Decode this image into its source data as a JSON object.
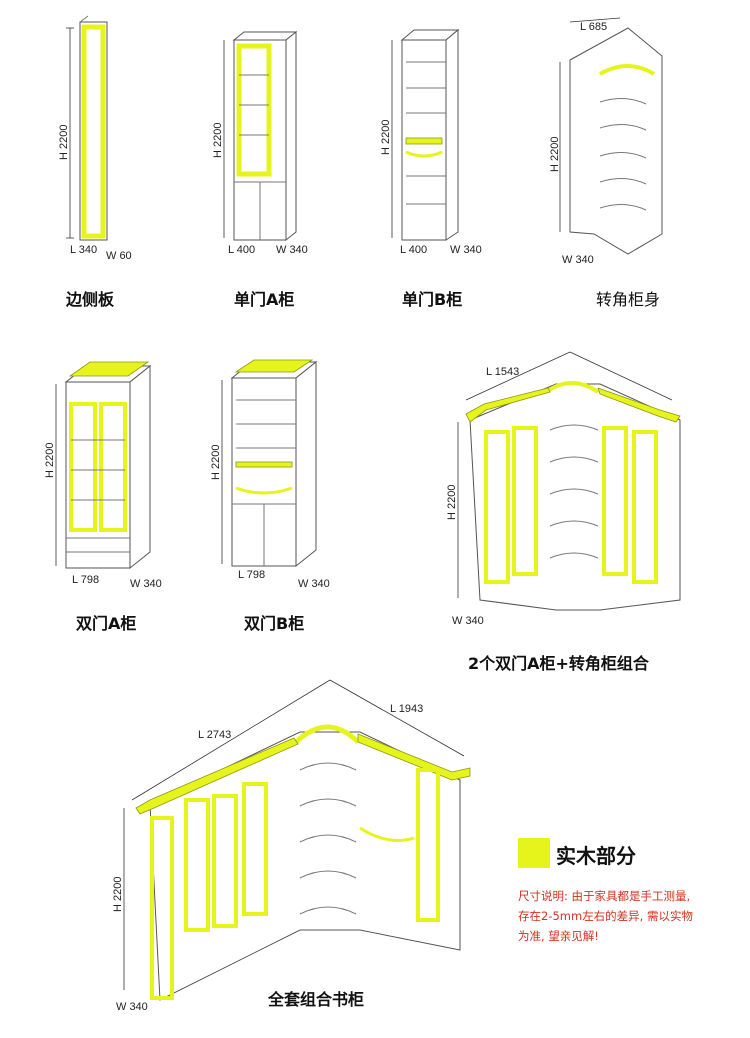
{
  "colors": {
    "solid_wood": "#e6f41c",
    "note_text": "#d2301e",
    "line": "#555555"
  },
  "items": [
    {
      "caption": "边侧板",
      "dims": {
        "h": "H 2200",
        "l": "L 340",
        "w": "W 60"
      }
    },
    {
      "caption": "单门A柜",
      "dims": {
        "h": "H 2200",
        "l": "L 400",
        "w": "W 340"
      }
    },
    {
      "caption": "单门B柜",
      "dims": {
        "h": "H 2200",
        "l": "L 400",
        "w": "W 340"
      }
    },
    {
      "caption": "转角柜身",
      "dims": {
        "h": "H 2200",
        "l": "L 685",
        "w": "W 340"
      }
    },
    {
      "caption": "双门A柜",
      "dims": {
        "h": "H 2200",
        "l": "L 798",
        "w": "W 340"
      }
    },
    {
      "caption": "双门B柜",
      "dims": {
        "h": "H 2200",
        "l": "L 798",
        "w": "W 340"
      }
    },
    {
      "caption": "2个双门A柜+转角柜组合",
      "dims": {
        "h": "H 2200",
        "l": "L 1543",
        "w": "W 340"
      }
    },
    {
      "caption": "全套组合书柜",
      "dims": {
        "h": "H 2200",
        "l1": "L 2743",
        "l2": "L 1943",
        "w": "W 340"
      }
    }
  ],
  "legend": {
    "label": "实木部分",
    "icon": "yellow-square"
  },
  "note": {
    "line1": "尺寸说明: 由于家具都是手工测量,",
    "line2": "存在2-5mm左右的差异, 需以实物",
    "line3": "为准, 望亲见解!"
  }
}
